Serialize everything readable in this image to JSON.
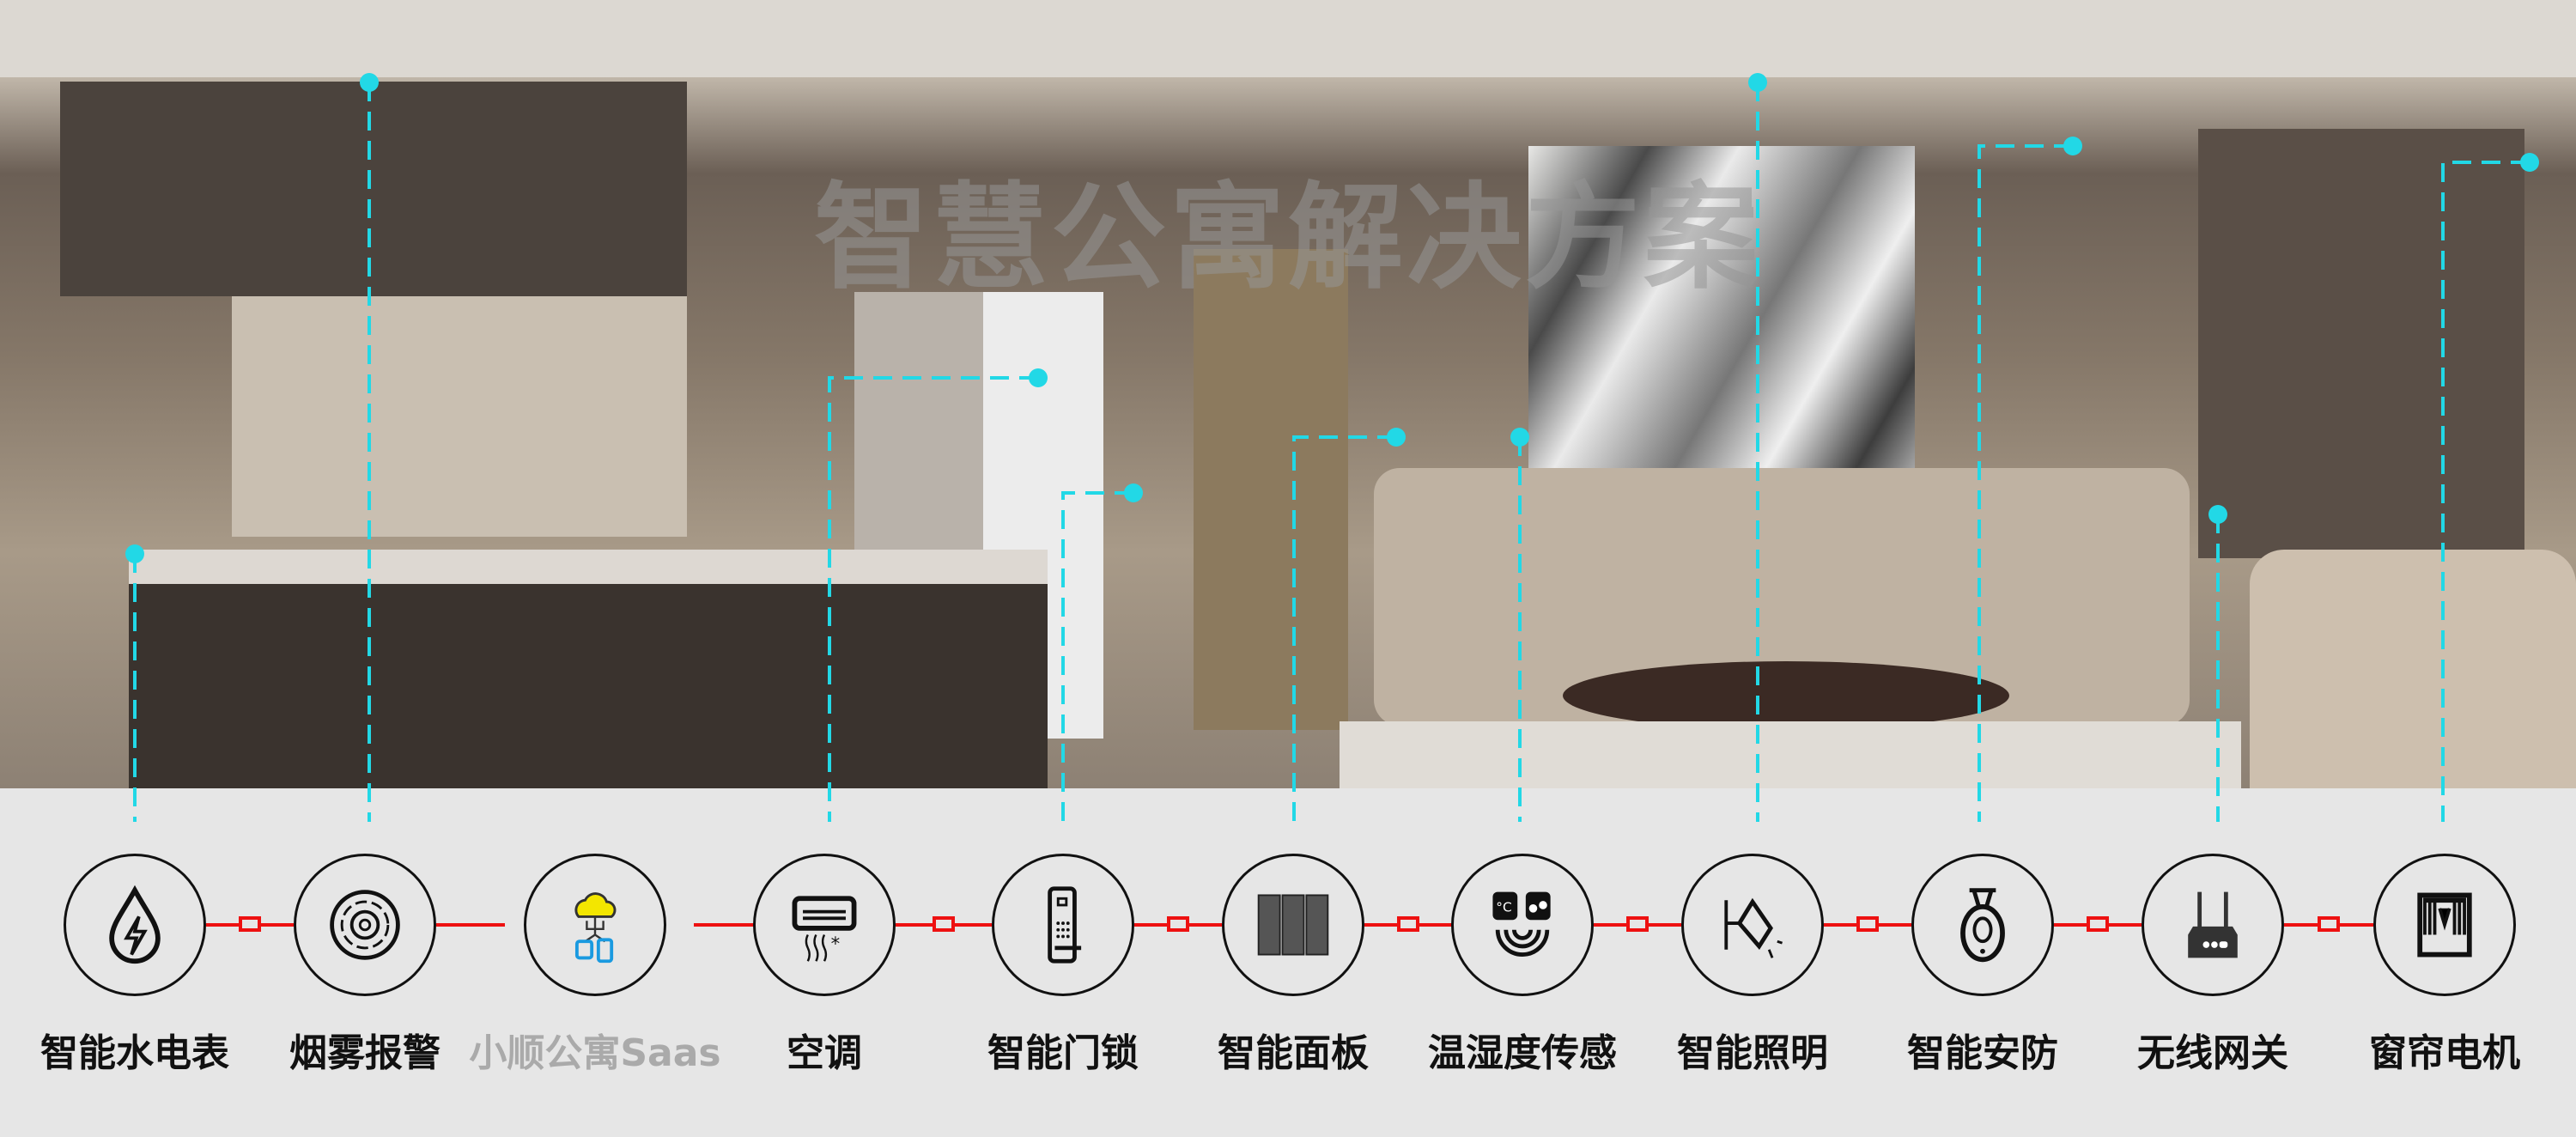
{
  "title": "智慧公寓解决方案",
  "accent_color": "#22d8e6",
  "connector_color": "#ee1111",
  "devices": [
    {
      "label": "智能水电表",
      "icon": "water-electric-meter-icon"
    },
    {
      "label": "烟雾报警",
      "icon": "smoke-alarm-icon"
    },
    {
      "label": "小顺公寓Saas",
      "icon": "cloud-saas-icon"
    },
    {
      "label": "空调",
      "icon": "air-conditioner-icon"
    },
    {
      "label": "智能门锁",
      "icon": "door-lock-icon"
    },
    {
      "label": "智能面板",
      "icon": "switch-panel-icon"
    },
    {
      "label": "温湿度传感",
      "icon": "temperature-humidity-sensor-icon"
    },
    {
      "label": "智能照明",
      "icon": "spotlight-icon"
    },
    {
      "label": "智能安防",
      "icon": "security-camera-icon"
    },
    {
      "label": "无线网关",
      "icon": "wireless-router-icon"
    },
    {
      "label": "窗帘电机",
      "icon": "curtain-motor-icon"
    }
  ]
}
